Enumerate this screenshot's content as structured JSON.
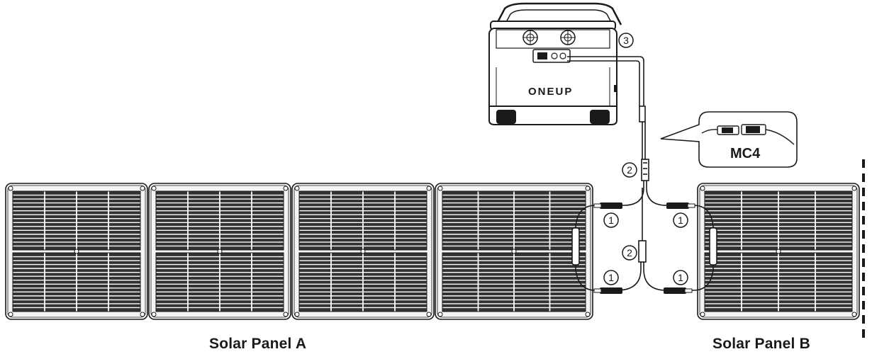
{
  "brand": {
    "text": "ONEUP"
  },
  "callout": {
    "connector_label": "MC4"
  },
  "labels": {
    "panel_a": "Solar Panel A",
    "panel_b": "Solar Panel B"
  },
  "markers": {
    "m1": "1",
    "m2": "2",
    "m3": "3"
  },
  "colors": {
    "line": "#1a1a1a",
    "cell_gray": "#333333",
    "frame_fill": "#f4f4f4",
    "background": "#ffffff"
  }
}
